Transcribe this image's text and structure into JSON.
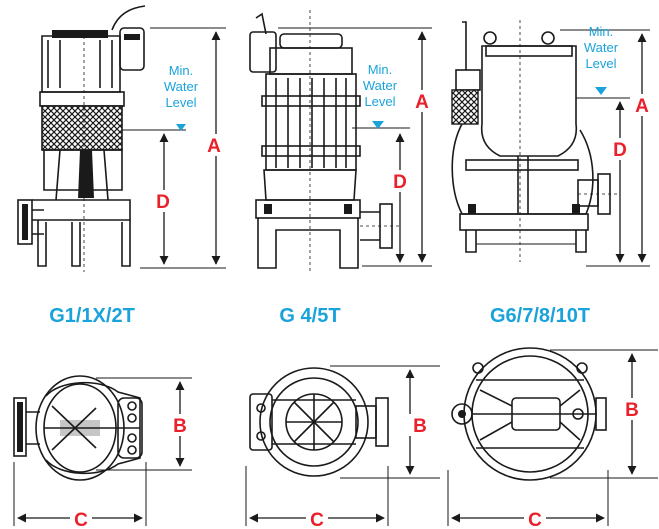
{
  "dimensions": {
    "A": "A",
    "B": "B",
    "C": "C",
    "D": "D"
  },
  "water_level": {
    "line1": "Min.",
    "line2": "Water",
    "line3": "Level"
  },
  "models": [
    {
      "name": "G1/1X/2T"
    },
    {
      "name": "G 4/5T"
    },
    {
      "name": "G6/7/8/10T"
    }
  ],
  "colors": {
    "dimension_label": "#e8212b",
    "text_accent": "#1aa3db",
    "line": "#1a1a1a"
  }
}
